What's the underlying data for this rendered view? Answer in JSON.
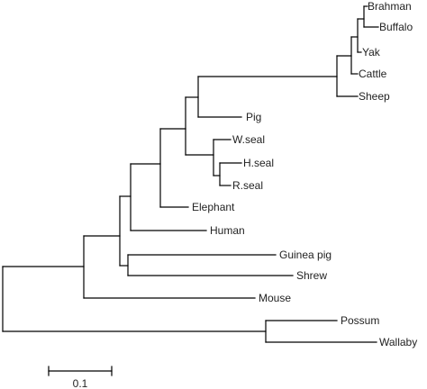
{
  "tree": {
    "taxa": [
      {
        "id": "brahman",
        "label": "Brahman"
      },
      {
        "id": "buffalo",
        "label": "Buffalo"
      },
      {
        "id": "yak",
        "label": "Yak"
      },
      {
        "id": "cattle",
        "label": "Cattle"
      },
      {
        "id": "sheep",
        "label": "Sheep"
      },
      {
        "id": "pig",
        "label": "Pig"
      },
      {
        "id": "wseal",
        "label": "W.seal"
      },
      {
        "id": "hseal",
        "label": "H.seal"
      },
      {
        "id": "rseal",
        "label": "R.seal"
      },
      {
        "id": "elephant",
        "label": "Elephant"
      },
      {
        "id": "human",
        "label": "Human"
      },
      {
        "id": "guineapig",
        "label": "Guinea pig"
      },
      {
        "id": "shrew",
        "label": "Shrew"
      },
      {
        "id": "mouse",
        "label": "Mouse"
      },
      {
        "id": "possum",
        "label": "Possum"
      },
      {
        "id": "wallaby",
        "label": "Wallaby"
      }
    ],
    "scale_bar": {
      "label": "0.1"
    }
  },
  "colors": {
    "line": "#000000",
    "text": "#222222",
    "background": "#ffffff"
  }
}
